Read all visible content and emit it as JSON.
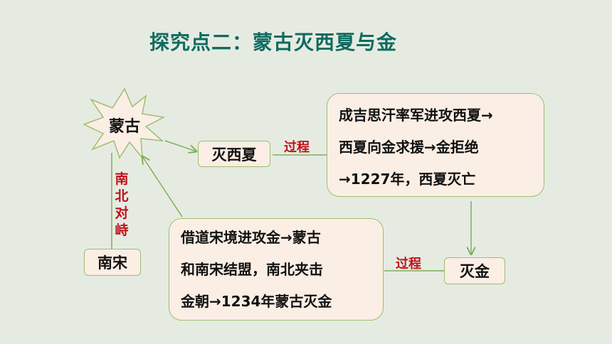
{
  "title": "探究点二：蒙古灭西夏与金",
  "nodes": {
    "mongol": "蒙古",
    "destroy_xixia": "灭西夏",
    "xixia_process": [
      "成吉思汗率军进攻西夏→",
      "西夏向金求援→金拒绝",
      "→1227年，西夏灭亡"
    ],
    "destroy_jin": "灭金",
    "jin_process": [
      "借道宋境进攻金→蒙古",
      "和南宋结盟，南北夹击",
      "金朝→1234年蒙古灭金"
    ],
    "southern_song": "南宋"
  },
  "labels": {
    "process_1": "过程",
    "process_2": "过程",
    "north_south": [
      "南",
      "北",
      "对",
      "峙"
    ]
  },
  "colors": {
    "title": "#0f6b60",
    "label_red": "#c0111a",
    "box_fill": "#fbeee4",
    "box_border": "#9cbf6e",
    "arrow": "#7fb05a",
    "background": "#e6ebe2"
  }
}
